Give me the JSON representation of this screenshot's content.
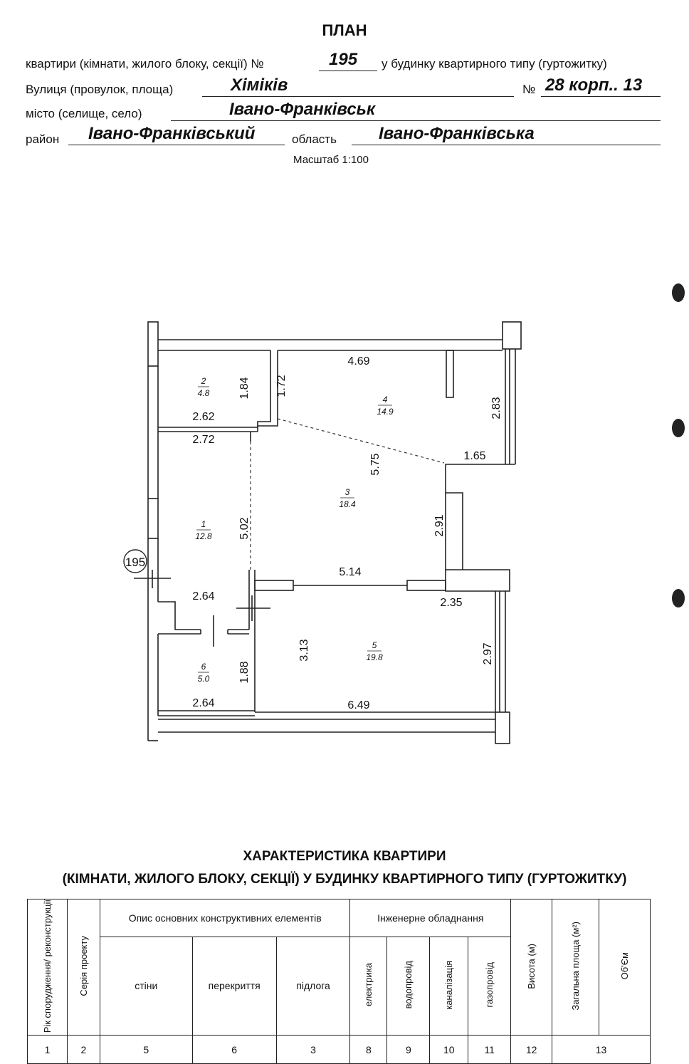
{
  "header": {
    "title": "ПЛАН",
    "apartment_label": "квартири (кімнати, жилого блоку, секції) №",
    "apartment_no": "195",
    "building_label": "у будинку квартирного типу (гуртожитку)",
    "street_label": "Вулиця (провулок, площа)",
    "street_value": "Хіміків",
    "house_no_label": "№",
    "house_no_value": "28 корп.. 13",
    "city_label": "місто (селище, село)",
    "city_value": "Івано-Франківськ",
    "district_label": "район",
    "district_value": "Івано-Франківський",
    "region_label": "область",
    "region_value": "Івано-Франківська",
    "scale": "Масштаб 1:100"
  },
  "plan": {
    "apartment_marker": "195",
    "rooms": [
      {
        "no": "1",
        "area": "12.8"
      },
      {
        "no": "2",
        "area": "4.8"
      },
      {
        "no": "3",
        "area": "18.4"
      },
      {
        "no": "4",
        "area": "14.9"
      },
      {
        "no": "5",
        "area": "19.8"
      },
      {
        "no": "6",
        "area": "5.0"
      }
    ],
    "dimensions": {
      "d469": "4.69",
      "d184": "1.84",
      "d172": "1.72",
      "d262": "2.62",
      "d272": "2.72",
      "d283": "2.83",
      "d165": "1.65",
      "d575": "5.75",
      "d291": "2.91",
      "d502": "5.02",
      "d514": "5.14",
      "d264a": "2.64",
      "d235": "2.35",
      "d313": "3.13",
      "d297": "2.97",
      "d188": "1.88",
      "d264b": "2.64",
      "d649": "6.49"
    }
  },
  "characteristics": {
    "title_line1": "ХАРАКТЕРИСТИКА КВАРТИРИ",
    "title_line2": "(КІМНАТИ, ЖИЛОГО БЛОКУ, СЕКЦІЇ) У БУДИНКУ КВАРТИРНОГО ТИПУ (ГУРТОЖИТКУ)",
    "col_year": "Рік спорудження/ реконструкції",
    "col_series": "Серія проекту",
    "group_structure": "Опис основних конструктивних елементів",
    "col_walls": "стіни",
    "col_ceilings": "перекриття",
    "col_floor": "підлога",
    "group_engineering": "Інженерне обладнання",
    "col_electric": "електрика",
    "col_water": "водопровід",
    "col_sewer": "каналізація",
    "col_gas": "газопровід",
    "col_height": "Висота (м)",
    "col_area": "Загальна площа (м²)",
    "col_volume": "Об'Єм",
    "numbers": [
      "1",
      "2",
      "5",
      "6",
      "3",
      "8",
      "9",
      "10",
      "11",
      "12",
      "13"
    ]
  }
}
